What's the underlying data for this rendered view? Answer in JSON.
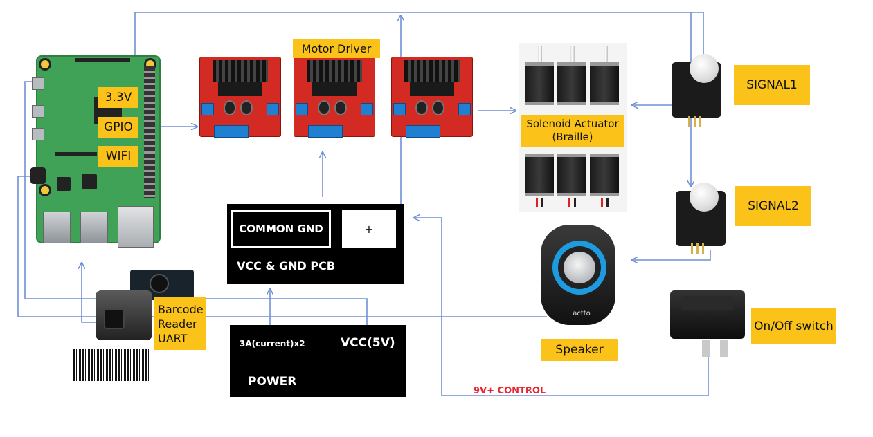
{
  "labels": {
    "v33": "3.3V",
    "gpio": "GPIO",
    "wifi": "WIFI",
    "motor_driver": "Motor Driver",
    "solenoid_line1": "Solenoid Actuator",
    "solenoid_line2": "(Braille)",
    "signal1": "SIGNAL1",
    "signal2": "SIGNAL2",
    "barcode_line1": "Barcode",
    "barcode_line2": "Reader",
    "barcode_line3": "UART",
    "speaker": "Speaker",
    "onoff": "On/Off switch",
    "common_gnd": "COMMON GND",
    "plus": "+",
    "pcb": "VCC & GND PCB",
    "current": "3A(current)x2",
    "vcc": "VCC(5V)",
    "power": "POWER",
    "control": "9V+ CONTROL",
    "speaker_brand": "actto"
  },
  "colors": {
    "label_bg": "#fbc21a",
    "wire": "#6f8fd6",
    "control_text": "#e8262f"
  }
}
